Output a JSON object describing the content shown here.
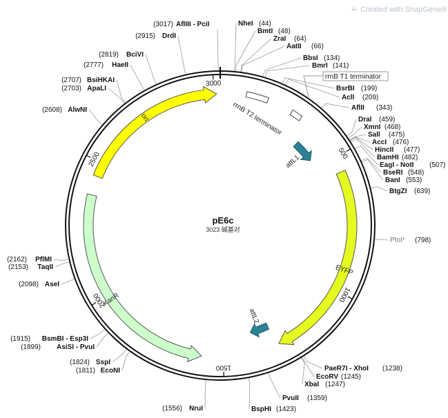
{
  "watermark": "Created with SnapGene®",
  "plasmid": {
    "name": "pE6c",
    "length": 3023,
    "length_text": "3023 碱基对"
  },
  "colors": {
    "ori": "#ffff00",
    "eyfp": "#e5fa1f",
    "kanr": "#ccffcc",
    "att": "#2c8196",
    "backbone": "#111111"
  },
  "ticks": [
    {
      "bp": 500,
      "label": "500"
    },
    {
      "bp": 1000,
      "label": "1000"
    },
    {
      "bp": 1500,
      "label": "1500"
    },
    {
      "bp": 2000,
      "label": "2000"
    },
    {
      "bp": 2500,
      "label": "2500"
    },
    {
      "bp": 3000,
      "label": "3000"
    }
  ],
  "features": [
    {
      "id": "ori",
      "label": "ori",
      "start": 2450,
      "end": 3010,
      "strand": "+",
      "type": "arrow",
      "color_key": "ori"
    },
    {
      "id": "eyfp",
      "label": "EYFP",
      "start": 555,
      "end": 1290,
      "strand": "+",
      "type": "arrow",
      "color_key": "eyfp"
    },
    {
      "id": "kanr",
      "label": "KanR",
      "start": 1580,
      "end": 2380,
      "strand": "-",
      "type": "arrow",
      "color_key": "kanr"
    },
    {
      "id": "attL1",
      "label": "attL1",
      "start": 360,
      "end": 455,
      "strand": "+",
      "type": "arrow",
      "color_key": "att"
    },
    {
      "id": "attL2",
      "label": "attL2",
      "start": 1300,
      "end": 1380,
      "strand": "+",
      "type": "arrow",
      "color_key": "att"
    },
    {
      "id": "rrnbt2",
      "label": "rrnB T2 terminator",
      "start": 95,
      "end": 175,
      "strand": "+",
      "type": "box",
      "color_key": ""
    },
    {
      "id": "rrnbt1",
      "label": "rrnB T1 terminator",
      "start": 270,
      "end": 310,
      "strand": "+",
      "type": "box",
      "color_key": ""
    }
  ],
  "sites": [
    {
      "name": "AflIII - PciI",
      "pos": "(3017)",
      "bp": 3017
    },
    {
      "name": "NheI",
      "pos": "(44)",
      "bp": 44
    },
    {
      "name": "BmtI",
      "pos": "(48)",
      "bp": 48
    },
    {
      "name": "ZraI",
      "pos": "(64)",
      "bp": 64
    },
    {
      "name": "AatII",
      "pos": "(66)",
      "bp": 66
    },
    {
      "name": "BbsI",
      "pos": "(134)",
      "bp": 134
    },
    {
      "name": "BmrI",
      "pos": "(141)",
      "bp": 141
    },
    {
      "name": "BsrBI",
      "pos": "(199)",
      "bp": 199
    },
    {
      "name": "AclI",
      "pos": "(209)",
      "bp": 209
    },
    {
      "name": "AflII",
      "pos": "(343)",
      "bp": 343
    },
    {
      "name": "DraI",
      "pos": "(459)",
      "bp": 459
    },
    {
      "name": "XmnI",
      "pos": "(468)",
      "bp": 468
    },
    {
      "name": "SalI",
      "pos": "(475)",
      "bp": 475
    },
    {
      "name": "AccI",
      "pos": "(476)",
      "bp": 476
    },
    {
      "name": "HincII",
      "pos": "(477)",
      "bp": 477
    },
    {
      "name": "BamHI",
      "pos": "(482)",
      "bp": 482
    },
    {
      "name": "EagI - NotI",
      "pos": "(507)",
      "bp": 507
    },
    {
      "name": "BseRI",
      "pos": "(548)",
      "bp": 548
    },
    {
      "name": "BanI",
      "pos": "(553)",
      "bp": 553
    },
    {
      "name": "BtgZI",
      "pos": "(639)",
      "bp": 639
    },
    {
      "name": "PfoI*",
      "pos": "(798)",
      "bp": 798
    },
    {
      "name": "PaeR7I - XhoI",
      "pos": "(1238)",
      "bp": 1238
    },
    {
      "name": "EcoRV",
      "pos": "(1245)",
      "bp": 1245
    },
    {
      "name": "XbaI",
      "pos": "(1247)",
      "bp": 1247
    },
    {
      "name": "PvuII",
      "pos": "(1359)",
      "bp": 1359
    },
    {
      "name": "BspHI",
      "pos": "(1423)",
      "bp": 1423
    },
    {
      "name": "NruI",
      "pos": "(1556)",
      "bp": 1556
    },
    {
      "name": "EcoNI",
      "pos": "(1811)",
      "bp": 1811
    },
    {
      "name": "SspI",
      "pos": "(1824)",
      "bp": 1824
    },
    {
      "name": "AsiSI - PvuI",
      "pos": "(1899)",
      "bp": 1899
    },
    {
      "name": "BsmBI - Esp3I",
      "pos": "(1915)",
      "bp": 1915
    },
    {
      "name": "AseI",
      "pos": "(2098)",
      "bp": 2098
    },
    {
      "name": "TaqII",
      "pos": "(2153)",
      "bp": 2153
    },
    {
      "name": "PflMI",
      "pos": "(2162)",
      "bp": 2162
    },
    {
      "name": "AlwNI",
      "pos": "(2608)",
      "bp": 2608
    },
    {
      "name": "ApaLI",
      "pos": "(2703)",
      "bp": 2703
    },
    {
      "name": "BsiHKAI",
      "pos": "(2707)",
      "bp": 2707
    },
    {
      "name": "HaeII",
      "pos": "(2777)",
      "bp": 2777
    },
    {
      "name": "BciVI",
      "pos": "(2819)",
      "bp": 2819
    },
    {
      "name": "DrdI",
      "pos": "(2915)",
      "bp": 2915
    }
  ]
}
